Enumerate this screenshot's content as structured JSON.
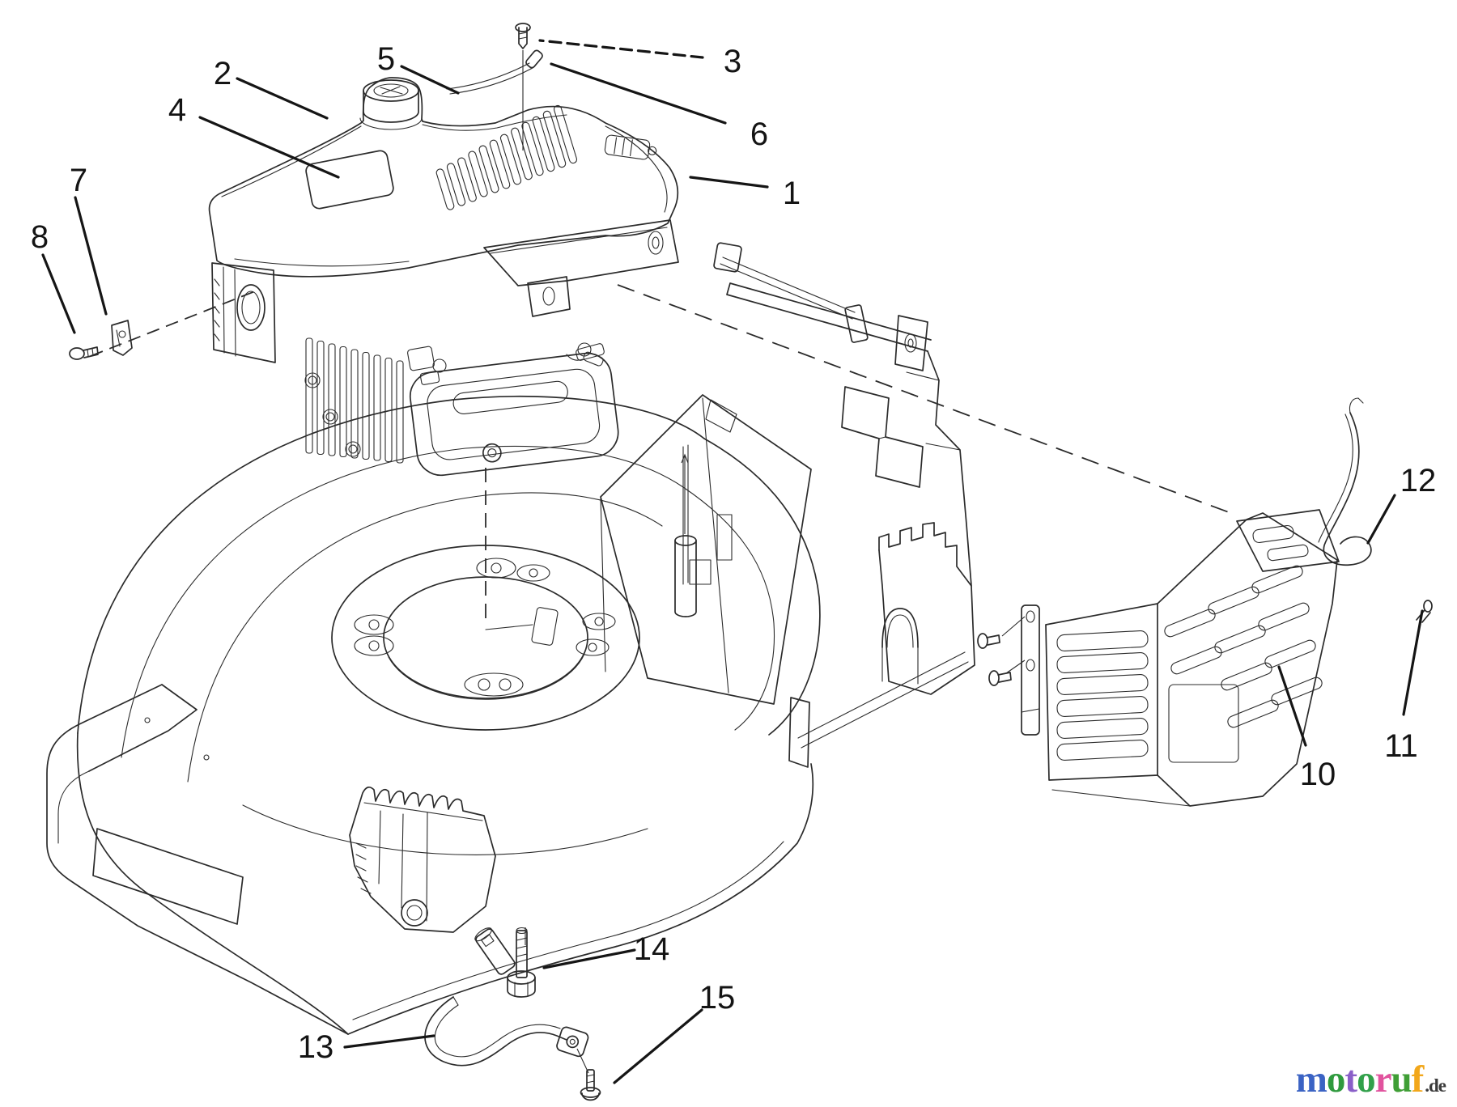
{
  "diagram": {
    "description": "Exploded parts diagram of a walk-behind mower engine, deck housing, rear guard and fasteners",
    "line_color": "#2b2b2b",
    "callout_color": "#141414",
    "callouts": [
      {
        "num": "1"
      },
      {
        "num": "2"
      },
      {
        "num": "3"
      },
      {
        "num": "4"
      },
      {
        "num": "5"
      },
      {
        "num": "6"
      },
      {
        "num": "7"
      },
      {
        "num": "8"
      },
      {
        "num": "10"
      },
      {
        "num": "11"
      },
      {
        "num": "12"
      },
      {
        "num": "13"
      },
      {
        "num": "14"
      },
      {
        "num": "15"
      }
    ]
  },
  "watermark": {
    "letters": [
      {
        "ch": "m",
        "color": "#3b63c4"
      },
      {
        "ch": "o",
        "color": "#2f9a3e"
      },
      {
        "ch": "t",
        "color": "#8a5fc8"
      },
      {
        "ch": "o",
        "color": "#31a04a"
      },
      {
        "ch": "r",
        "color": "#e1539e"
      },
      {
        "ch": "u",
        "color": "#3f9e35"
      },
      {
        "ch": "f",
        "color": "#f2a71b"
      }
    ],
    "suffix": {
      "text": ".de",
      "color": "#3a3a3a"
    }
  }
}
